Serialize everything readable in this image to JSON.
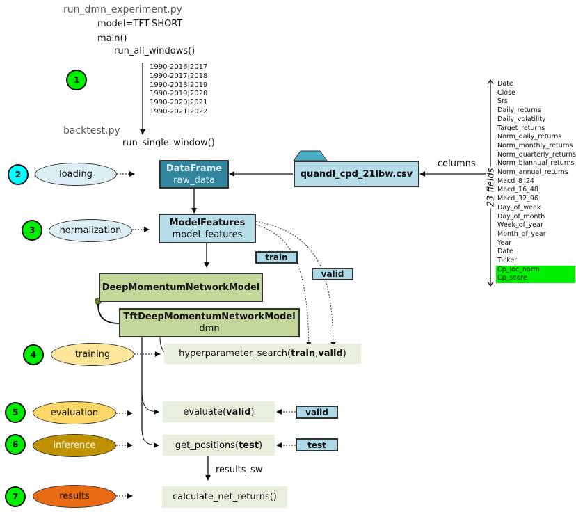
{
  "header": {
    "script_file": "run_dmn_experiment.py",
    "model_arg": "model=TFT-SHORT",
    "main_call": "main()",
    "run_all_call": "run_all_windows()"
  },
  "windows": [
    "1990-2016|2017",
    "1990-2017|2018",
    "1990-2018|2019",
    "1990-2019|2020",
    "1990-2020|2021",
    "1990-2021|2022"
  ],
  "backtest": {
    "file": "backtest.py",
    "call": "run_single_window()"
  },
  "steps": [
    {
      "number": "1",
      "color": "#00ee00"
    },
    {
      "number": "2",
      "label": "loading",
      "color": "#00ffff",
      "fill": "#dbeef4"
    },
    {
      "number": "3",
      "label": "normalization",
      "color": "#00ee00",
      "fill": "#dbeef4"
    },
    {
      "number": "4",
      "label": "training",
      "color": "#00ee00",
      "fill": "#fde59a"
    },
    {
      "number": "5",
      "label": "evaluation",
      "color": "#00ee00",
      "fill": "#fdd668"
    },
    {
      "number": "6",
      "label": "inference",
      "color": "#00ee00",
      "fill": "#bf9000"
    },
    {
      "number": "7",
      "label": "results",
      "color": "#00ee00",
      "fill": "#e96c14"
    }
  ],
  "dataframe": {
    "title": "DataFrame",
    "name": "raw_data",
    "color": "#31859c"
  },
  "csv": {
    "file": "quandl_cpd_21lbw.csv",
    "edge_label": "columns"
  },
  "model_features": {
    "title": "ModelFeatures",
    "name": "model_features"
  },
  "split_tags": {
    "train": "train",
    "valid": "valid",
    "test": "test"
  },
  "models": {
    "base": "DeepMomentumNetworkModel",
    "derived": "TftDeepMomentumNetworkModel",
    "instance": "dmn"
  },
  "functions": {
    "hyper": {
      "name": "hyperparameter_search(",
      "arg1": "train",
      "sep": ", ",
      "arg2": "valid",
      "close": ")"
    },
    "evaluate": {
      "name": "evaluate(",
      "arg": "valid",
      "close": ")"
    },
    "positions": {
      "name": "get_positions(",
      "arg": "test",
      "close": ")"
    },
    "net_returns": "calculate_net_returns()",
    "results_edge": "results_sw"
  },
  "columns": {
    "count_label": "23 fields",
    "fields": [
      "Date",
      "Close",
      "Srs",
      "Daily_returns",
      "Daily_volatility",
      "Target_returns",
      "Norm_daily_returns",
      "Norm_monthly_returns",
      "Norm_quarterly_returns",
      "Norm_biannual_returns",
      "Norm_annual_returns",
      "Macd_8_24",
      "Macd_16_48",
      "Macd_32_96",
      "Day_of_week",
      "Day_of_month",
      "Week_of_year",
      "Month_of_year",
      "Year",
      "Date",
      "Ticker"
    ],
    "highlighted": [
      "Cp_loc_norm",
      "Cp_score"
    ],
    "highlight_color": "#00ee00"
  }
}
